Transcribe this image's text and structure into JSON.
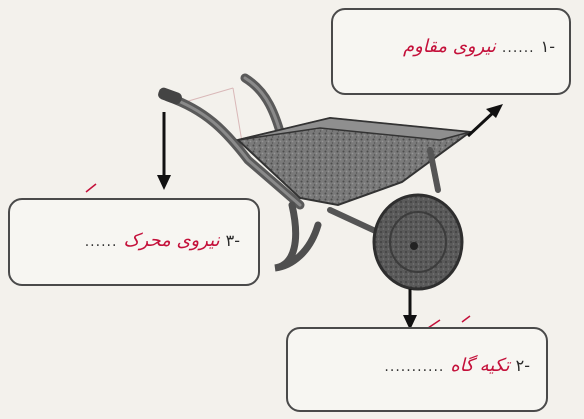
{
  "labels": [
    {
      "number": "-۱",
      "dots": "......",
      "answer": "نیروی مقاوم"
    },
    {
      "number": "-۲",
      "dots": "...........",
      "answer": "تکیه گاه"
    },
    {
      "number": "-۳",
      "dots": "......",
      "answer": "نیروی محرک"
    }
  ],
  "colors": {
    "ink": "#2a2a2a",
    "answer": "#c4103a",
    "paper": "#f3f1ec",
    "metal": "#5e5e5e"
  }
}
